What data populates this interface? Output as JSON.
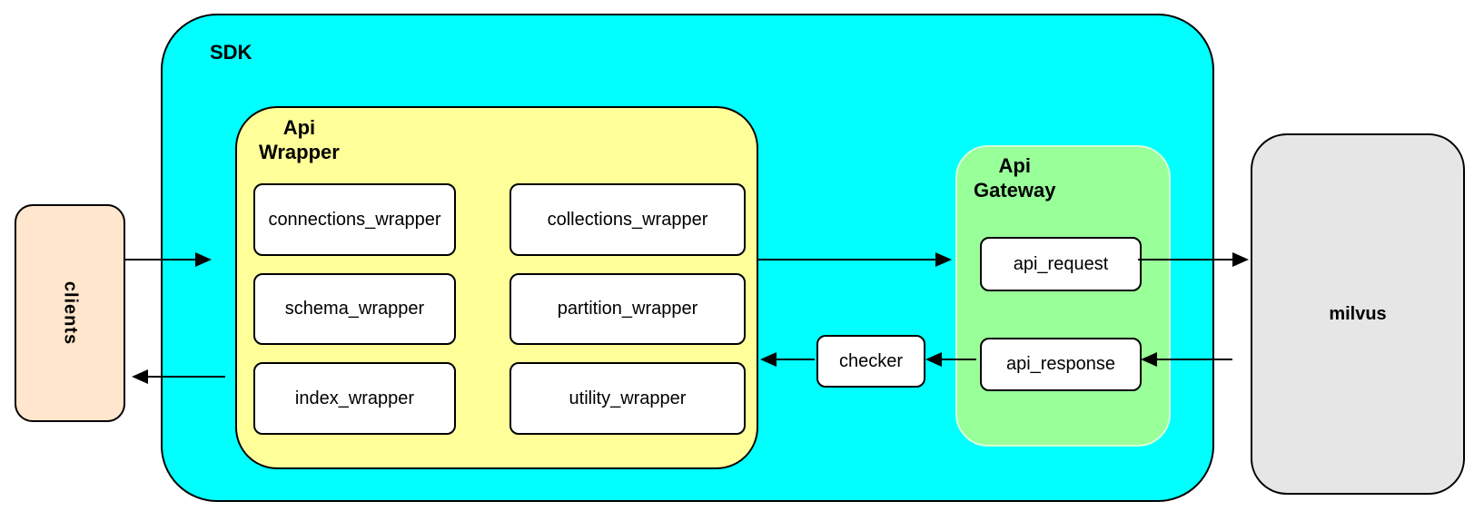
{
  "clients": {
    "label": "clients"
  },
  "sdk": {
    "label": "SDK",
    "api_wrapper": {
      "label_line1": "Api",
      "label_line2": "Wrapper",
      "boxes": [
        "connections_wrapper",
        "collections_wrapper",
        "schema_wrapper",
        "partition_wrapper",
        "index_wrapper",
        "utility_wrapper"
      ]
    },
    "checker": {
      "label": "checker"
    },
    "api_gateway": {
      "label_line1": "Api",
      "label_line2": "Gateway",
      "boxes": [
        "api_request",
        "api_response"
      ]
    }
  },
  "milvus": {
    "label": "milvus"
  },
  "colors": {
    "sdk_fill": "#00FFFF",
    "api_wrapper_fill": "#FFFF99",
    "api_gateway_fill": "#99FF99",
    "clients_fill": "#FFE6CC",
    "milvus_fill": "#E6E6E6",
    "node_fill": "#FFFFFF",
    "stroke": "#000000"
  }
}
